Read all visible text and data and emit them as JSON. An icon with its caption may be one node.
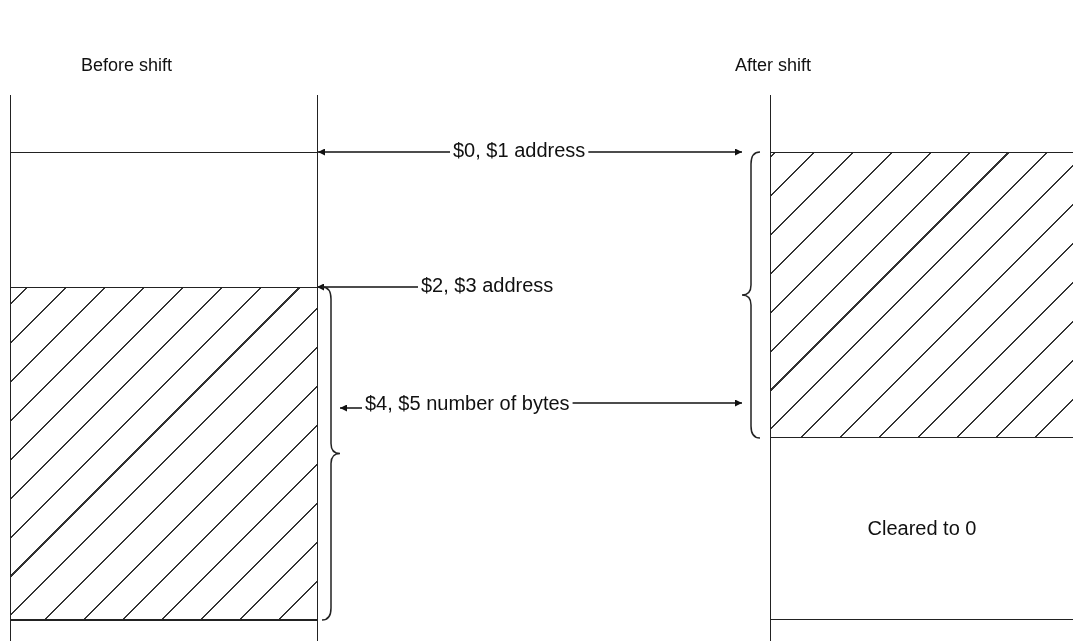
{
  "diagram": {
    "nodes": [
      {
        "text": [],
        "shape": "box",
        "beside": [
          "Before shift"
        ]
      },
      {
        "text": [],
        "shape": "box",
        "in": 0
      },
      {
        "text": [],
        "shape": "box",
        "beside": [
          "After shift"
        ]
      },
      {
        "text": [],
        "shape": "box",
        "in": 2
      },
      {
        "text": [
          "Cleared to 0"
        ],
        "in": 2
      },
      {
        "text": [
          "$0, $1 address"
        ]
      },
      {
        "text": [
          "$2, $3 address"
        ]
      },
      {
        "text": [
          "$4, $5 number of bytes"
        ]
      },
      {
        "text": [],
        "shape": "brace"
      },
      {
        "text": [],
        "shape": "brace"
      }
    ],
    "edges": [
      {
        "from": 5,
        "to": 0,
        "arrow": "to"
      },
      {
        "from": 5,
        "to": 9,
        "arrow": "to"
      },
      {
        "from": 6,
        "to": 1,
        "arrow": "to"
      },
      {
        "from": 7,
        "to": 8,
        "arrow": "to"
      },
      {
        "from": 7,
        "to": 9,
        "arrow": "to"
      }
    ]
  }
}
